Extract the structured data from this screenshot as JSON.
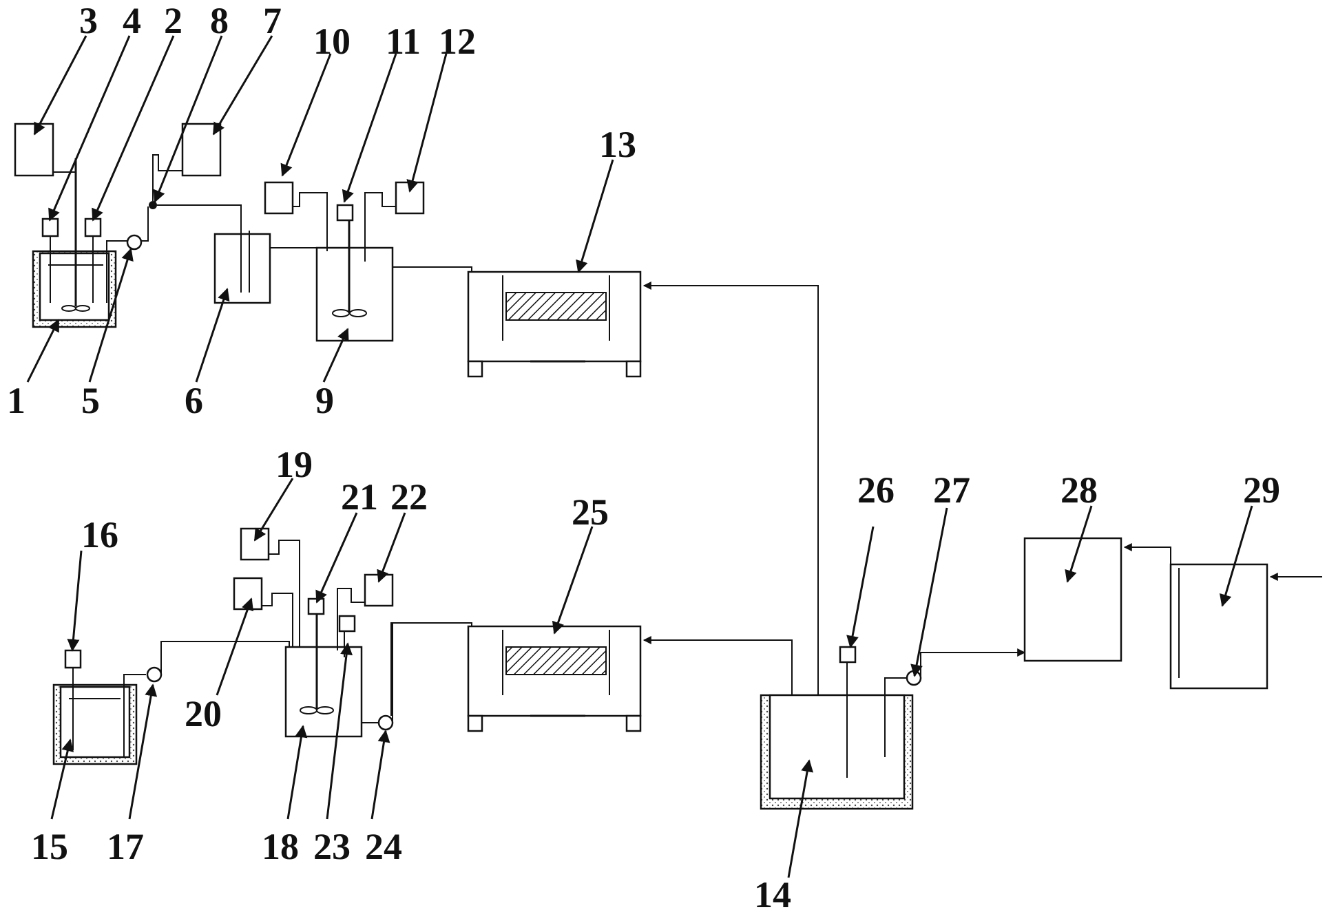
{
  "figure": {
    "labels": [
      "1",
      "2",
      "3",
      "4",
      "5",
      "6",
      "7",
      "8",
      "9",
      "10",
      "11",
      "12",
      "13",
      "14",
      "15",
      "16",
      "17",
      "18",
      "19",
      "20",
      "21",
      "22",
      "23",
      "24",
      "25",
      "26",
      "27",
      "28",
      "29"
    ]
  }
}
